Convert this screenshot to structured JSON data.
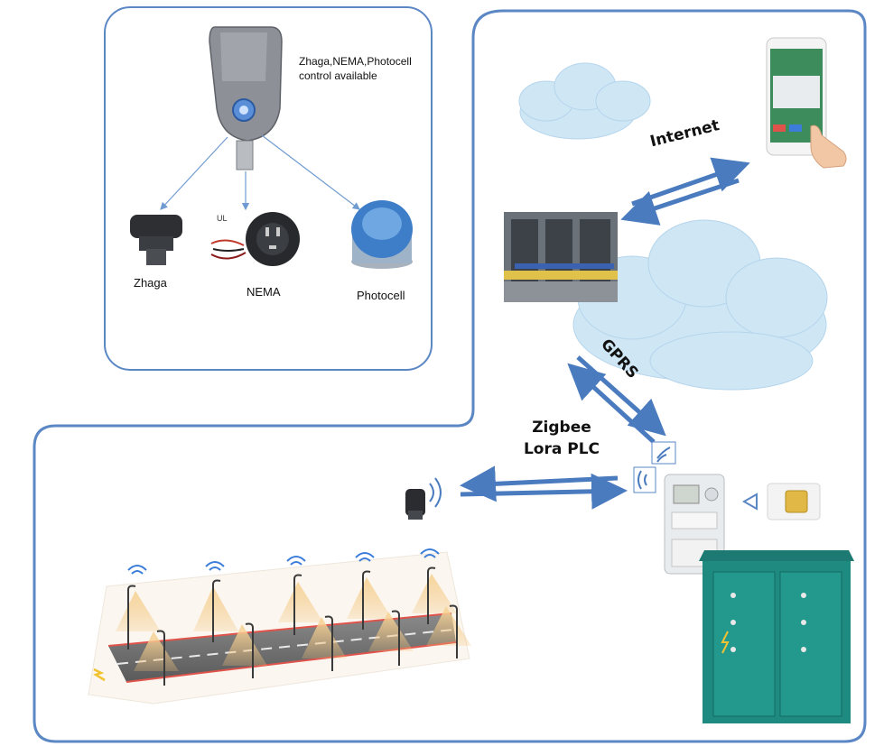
{
  "top_panel": {
    "note_line1": "Zhaga,NEMA,Photocell",
    "note_line2": "control available",
    "items": [
      {
        "label": "Zhaga"
      },
      {
        "label": "NEMA"
      },
      {
        "label": "Photocell"
      }
    ]
  },
  "links": {
    "internet": "Internet",
    "gprs": "GPRS",
    "zigbee": "Zigbee",
    "lora_plc": "Lora PLC"
  },
  "colors": {
    "panel_border": "#5b87c5",
    "arrow": "#4a7bbf",
    "cloud": "#cfe6f5",
    "cabinet": "#1e8a80",
    "lamp_glow": "#f3c27a"
  }
}
